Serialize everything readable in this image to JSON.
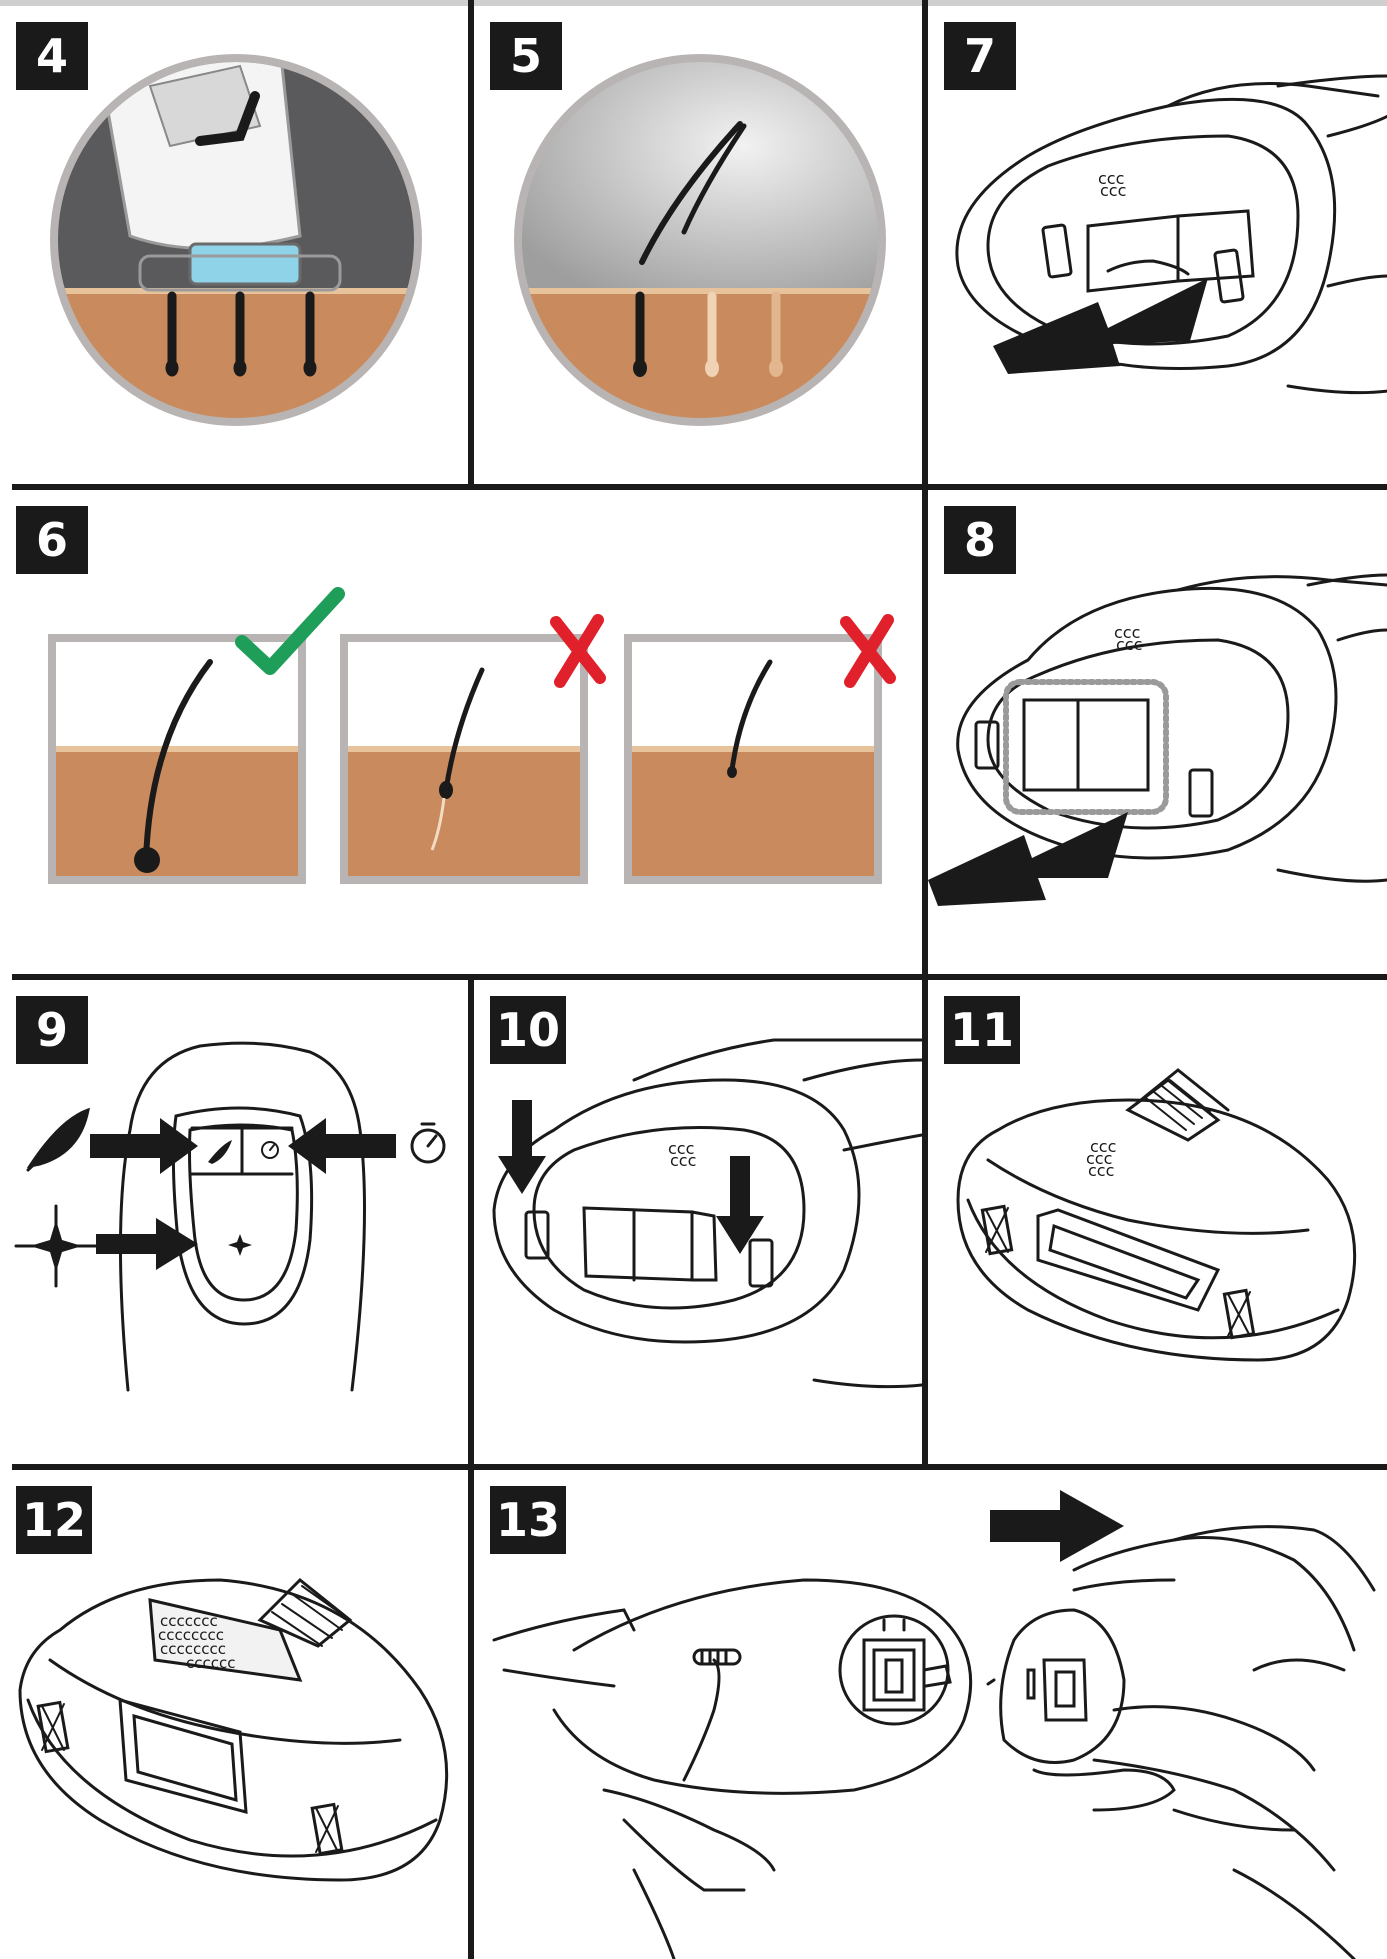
{
  "panels": [
    {
      "id": "p4",
      "label": "4"
    },
    {
      "id": "p5",
      "label": "5"
    },
    {
      "id": "p7",
      "label": "7"
    },
    {
      "id": "p6",
      "label": "6"
    },
    {
      "id": "p8",
      "label": "8"
    },
    {
      "id": "p9",
      "label": "9"
    },
    {
      "id": "p10",
      "label": "10"
    },
    {
      "id": "p11",
      "label": "11"
    },
    {
      "id": "p12",
      "label": "12"
    },
    {
      "id": "p13",
      "label": "13"
    }
  ],
  "colors": {
    "ink": "#1a1a1a",
    "skin": "#c98b5e",
    "skin_light": "#e7c39c",
    "frame_grey": "#b9b4b4",
    "backdrop_grey": "#5a5a5c",
    "check_green": "#1f9e5a",
    "cross_red": "#e0202a",
    "window_blue": "#8fd3e8"
  },
  "icons": [
    "check-icon",
    "cross-icon",
    "feather-icon",
    "timer-icon",
    "flash-icon",
    "arrow-icon"
  ]
}
